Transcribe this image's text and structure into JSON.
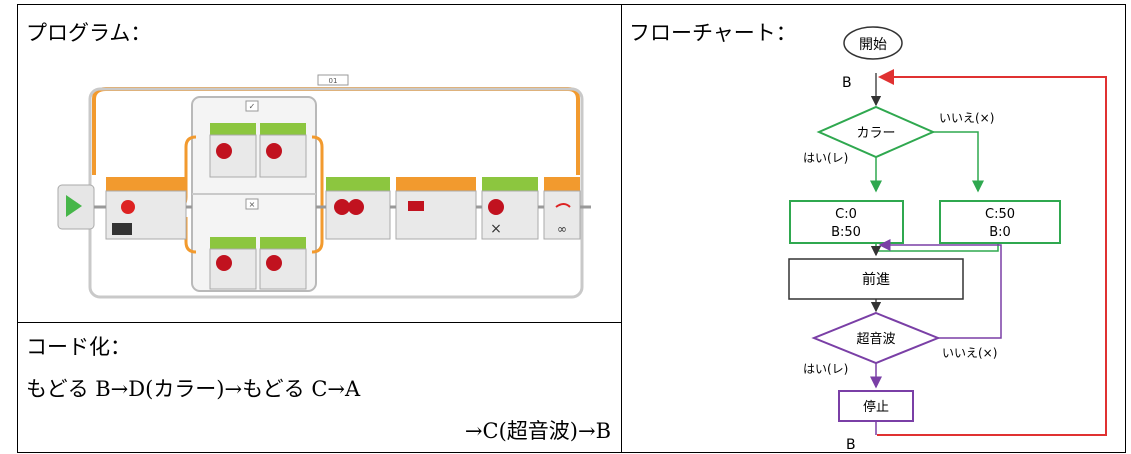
{
  "program": {
    "title": "プログラム：",
    "loop_label": "01"
  },
  "code": {
    "title": "コード化：",
    "line1": "もどる B→D(カラー)→もどる C→A",
    "line2": "→C(超音波)→B"
  },
  "flowchart": {
    "title": "フローチャート：",
    "start": "開始",
    "label_b_top": "B",
    "label_b_bottom": "B",
    "decision_color": "カラー",
    "decision_ultrasonic": "超音波",
    "yes": "はい(レ)",
    "no": "いいえ(×)",
    "box_left_1": "C:0",
    "box_left_2": "B:50",
    "box_right_1": "C:50",
    "box_right_2": "B:0",
    "forward": "前進",
    "stop": "停止"
  },
  "colors": {
    "loop_return": "#e03131",
    "color_branch": "#2fa84f",
    "ultrasonic_loop": "#7a3fa6",
    "block_orange": "#f29a2e",
    "block_green": "#8cc63f"
  }
}
